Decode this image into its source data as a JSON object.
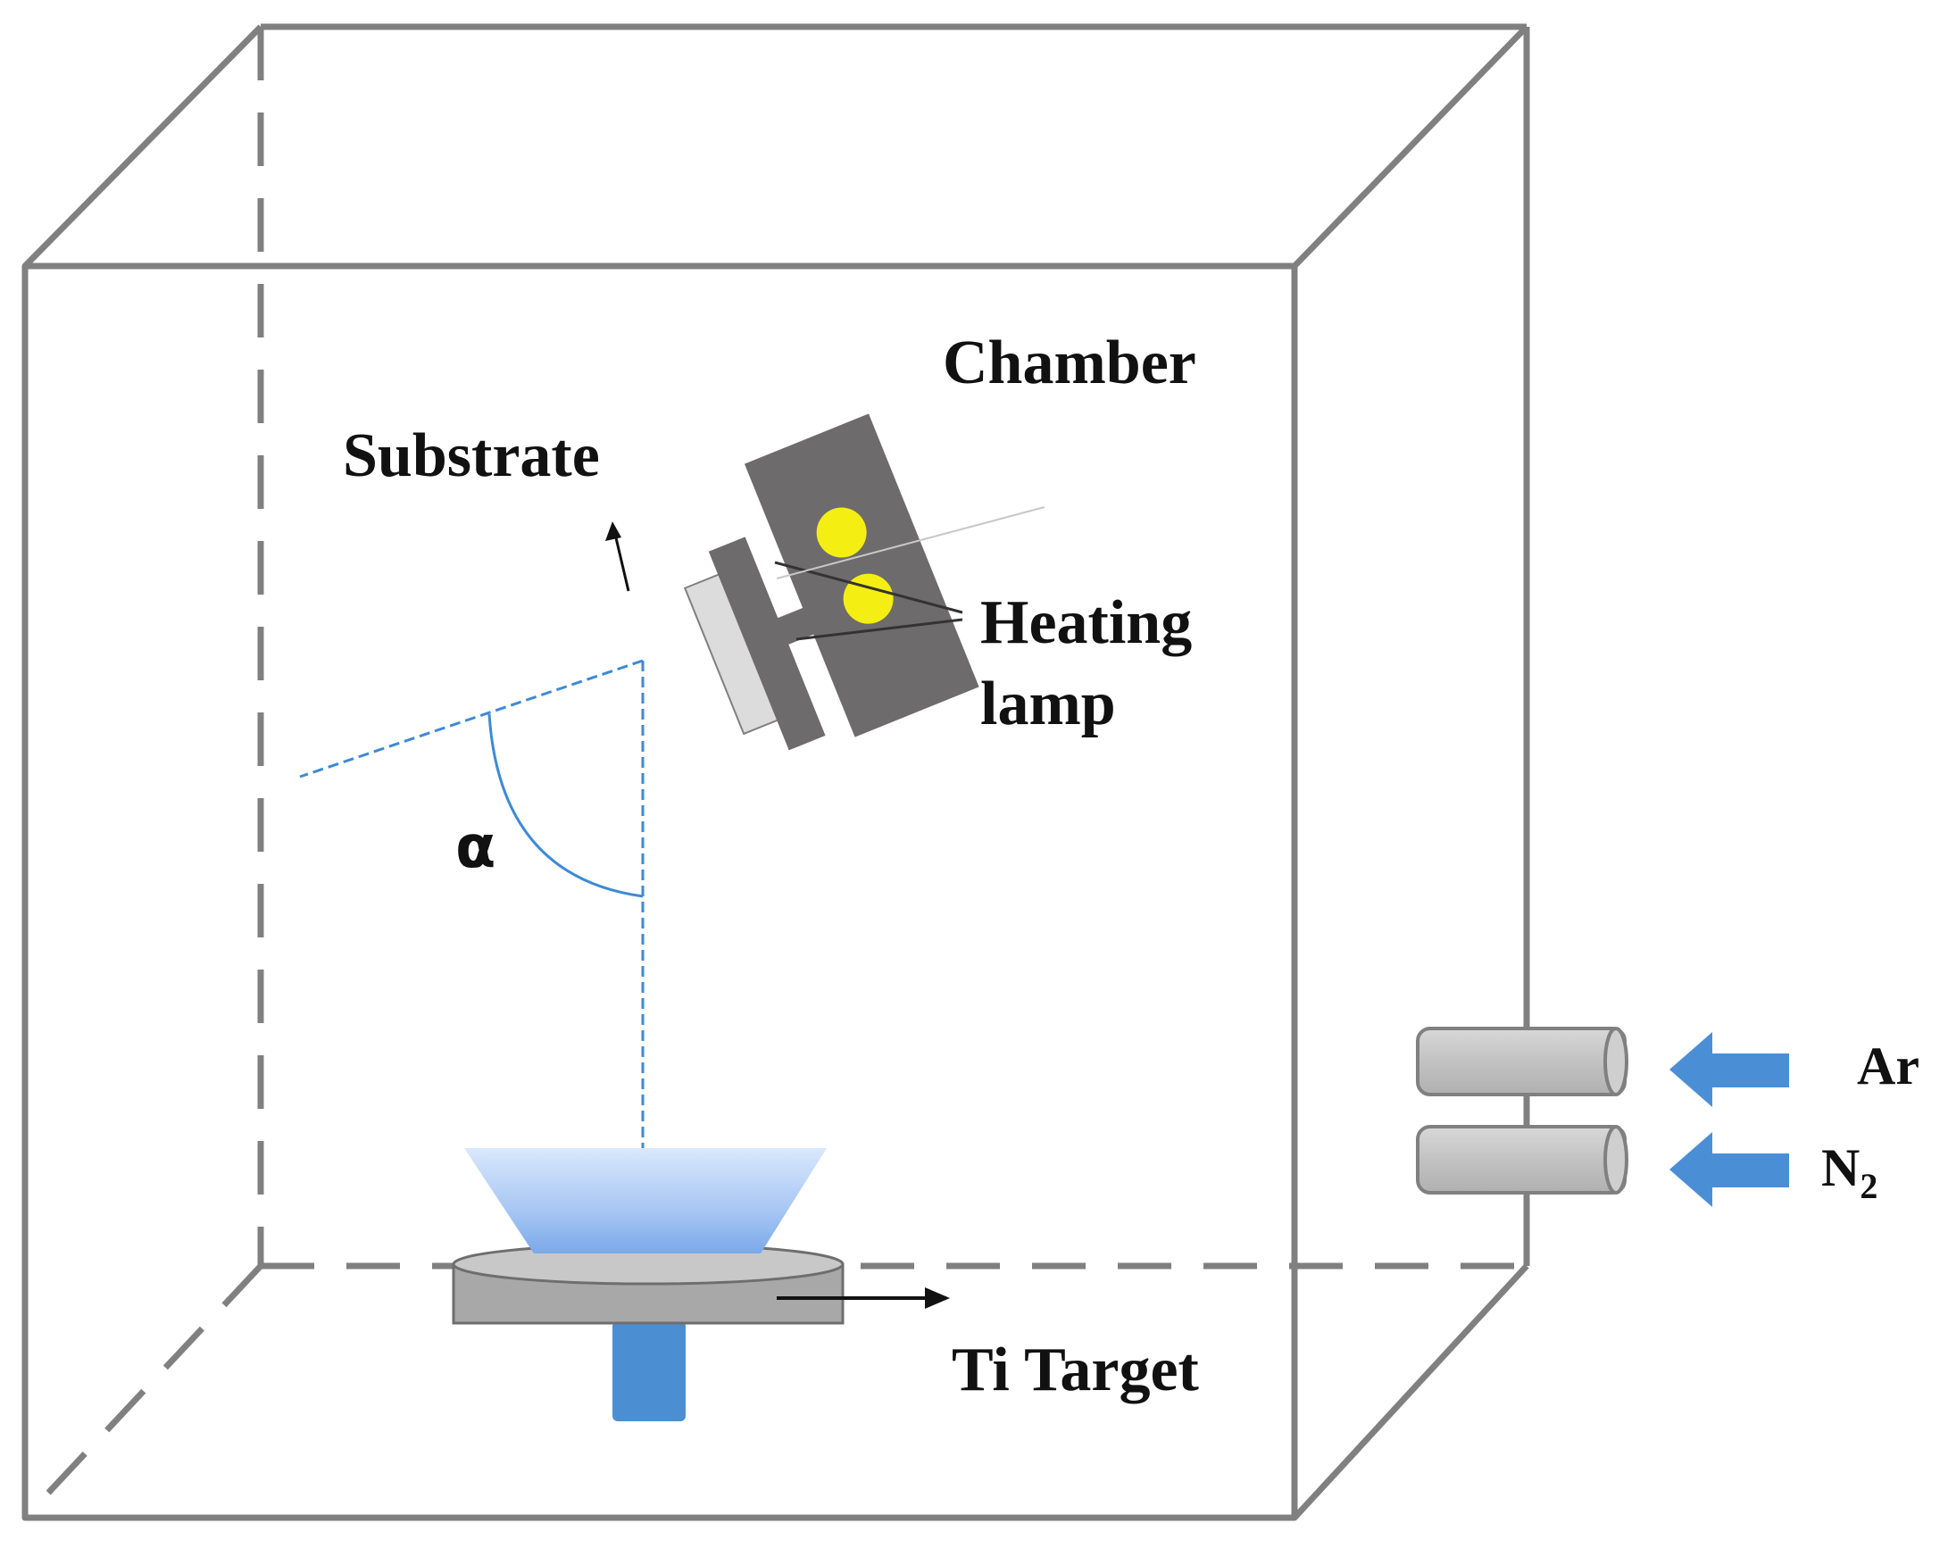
{
  "labels": {
    "chamber": "Chamber",
    "substrate": "Substrate",
    "heating_line1": "Heating",
    "heating_line2": "lamp",
    "alpha": "α",
    "ti_target": "Ti Target",
    "ar": "Ar",
    "n2_base": "N",
    "n2_sub": "2"
  },
  "colors": {
    "chamber_edge": "#808080",
    "holder": "#6d6b6b",
    "lamp": "#f4ee12",
    "gas_arrow": "#4a8fd6",
    "target_stem": "#4b8fd2",
    "plasma": "#cfe2fb",
    "substrate_plate": "#dcdcdc"
  }
}
